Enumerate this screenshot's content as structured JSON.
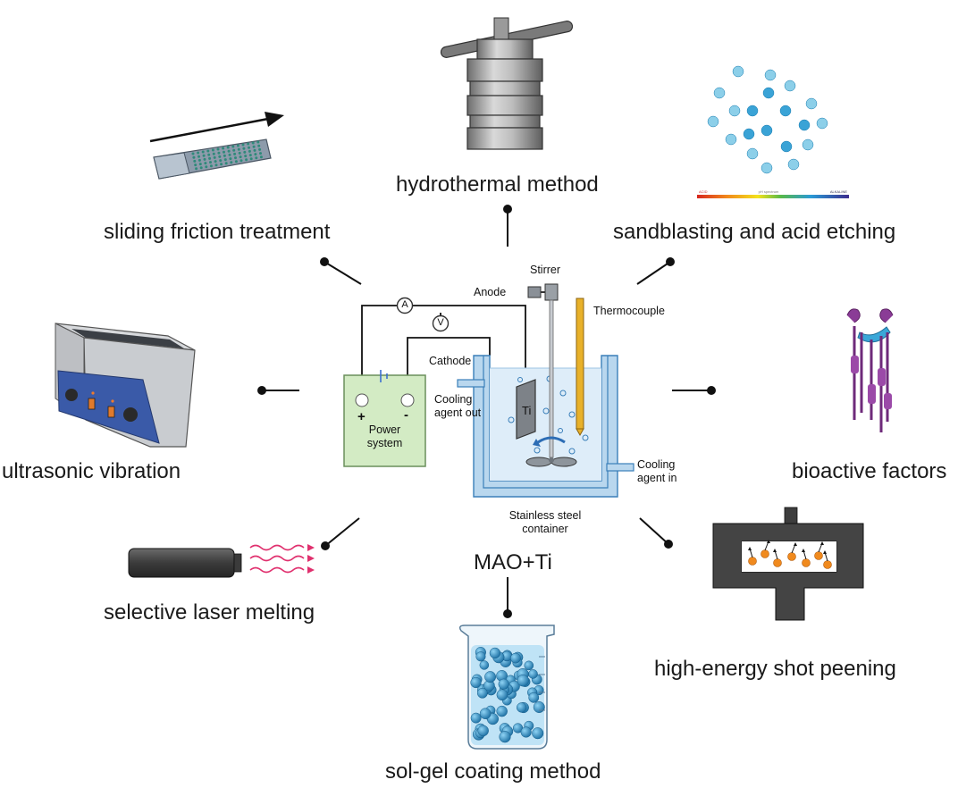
{
  "center": {
    "title": "MAO+Ti",
    "labels": {
      "anode": "Anode",
      "stirrer": "Stirrer",
      "thermocouple": "Thermocouple",
      "cathode": "Cathode",
      "cooling_out_1": "Cooling",
      "cooling_out_2": "agent out",
      "cooling_in_1": "Cooling",
      "cooling_in_2": "agent in",
      "container_1": "Stainless steel",
      "container_2": "container",
      "power_1": "Power",
      "power_2": "system",
      "plus": "+",
      "minus": "-",
      "ammeter": "A",
      "voltmeter": "V",
      "titanium": "Ti"
    }
  },
  "methods": {
    "hydrothermal": "hydrothermal method",
    "sliding": "sliding friction treatment",
    "sandblasting": "sandblasting and acid etching",
    "ultrasonic": "ultrasonic vibration",
    "bioactive": "bioactive factors",
    "laser": "selective laser melting",
    "shot_peening": "high-energy shot peening",
    "solgel": "sol-gel coating method"
  },
  "ph_spectrum": {
    "acid": "ACID",
    "title": "pH spectrum",
    "alkaline": "ALKALINE"
  },
  "colors": {
    "power_box": "#d3ebc4",
    "electrolyte": "#d9ebf8",
    "container_wall": "#a9cdea",
    "thermocouple": "#e8b12a",
    "particle_blue": "#2e8fc4",
    "laser_waves": "#e0306e",
    "shot_orange": "#f08a1e",
    "ultrasonic_panel": "#3a5aa8",
    "bioactive_purple": "#8a3c96"
  }
}
